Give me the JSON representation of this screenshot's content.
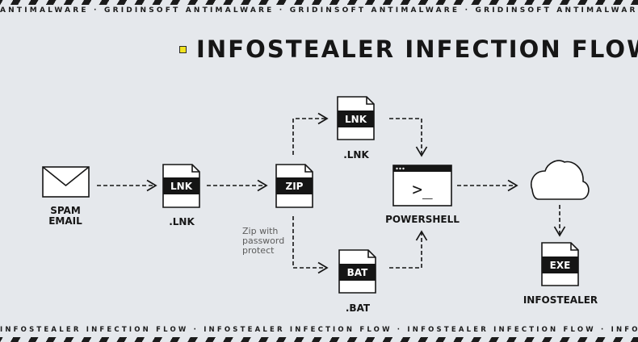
{
  "ticker_top": "ANTIMALWARE · GRIDINSOFT ANTIMALWARE · GRIDINSOFT ANTIMALWARE · GRIDINSOFT ANTIMALWARE",
  "ticker_bottom": "INFOSTEALER INFECTION FLOW · INFOSTEALER INFECTION FLOW · INFOSTEALER INFECTION FLOW · INFOSTEALER INFECTION FLOW",
  "title": "INFOSTEALER INFECTION FLOW",
  "colors": {
    "background": "#e5e8ec",
    "ink": "#151515",
    "accent": "#f1e31f",
    "note": "#5c5c5c"
  },
  "nodes": {
    "email": {
      "icon": "envelope-icon",
      "label_line1": "SPAM",
      "label_line2": "EMAIL"
    },
    "lnk1": {
      "icon": "file-icon",
      "badge": "LNK",
      "label": ".LNK"
    },
    "zip": {
      "icon": "file-icon",
      "badge": "ZIP",
      "note_line1": "Zip with",
      "note_line2": "password",
      "note_line3": "protect"
    },
    "lnk2": {
      "icon": "file-icon",
      "badge": "LNK",
      "label": ".LNK"
    },
    "bat": {
      "icon": "file-icon",
      "badge": "BAT",
      "label": ".BAT"
    },
    "powershell": {
      "icon": "terminal-window-icon",
      "prompt": ">_",
      "label": "POWERSHELL"
    },
    "cloud": {
      "icon": "cloud-icon"
    },
    "exe": {
      "icon": "file-icon",
      "badge": "EXE",
      "label": "INFOSTEALER"
    }
  }
}
